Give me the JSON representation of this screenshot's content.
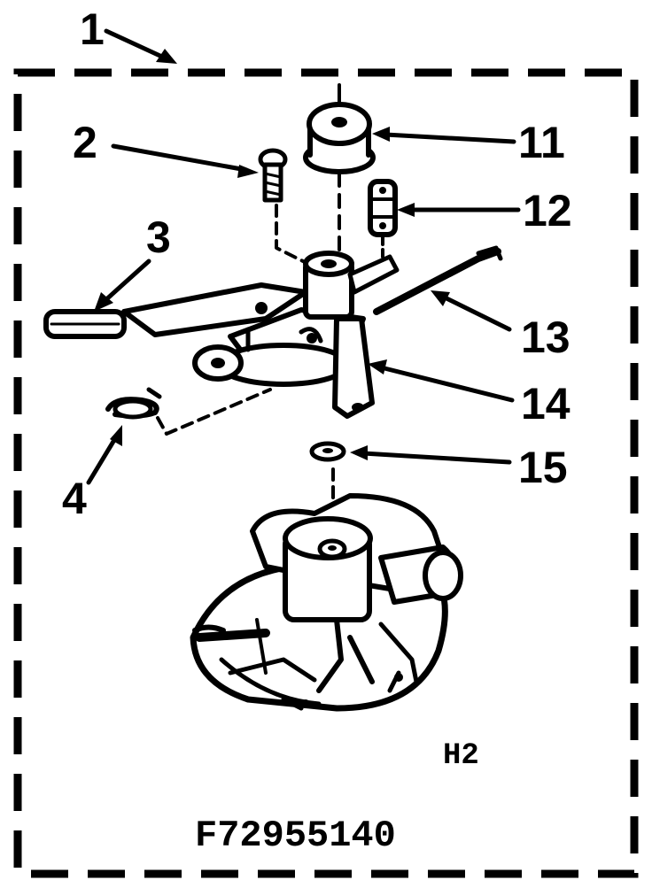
{
  "callouts": {
    "c1": "1",
    "c2": "2",
    "c3": "3",
    "c4": "4",
    "c11": "11",
    "c12": "12",
    "c13": "13",
    "c14": "14",
    "c15": "15"
  },
  "view_code": "H2",
  "figure_code": "F72955140",
  "colors": {
    "ink": "#000000",
    "paper": "#ffffff"
  }
}
